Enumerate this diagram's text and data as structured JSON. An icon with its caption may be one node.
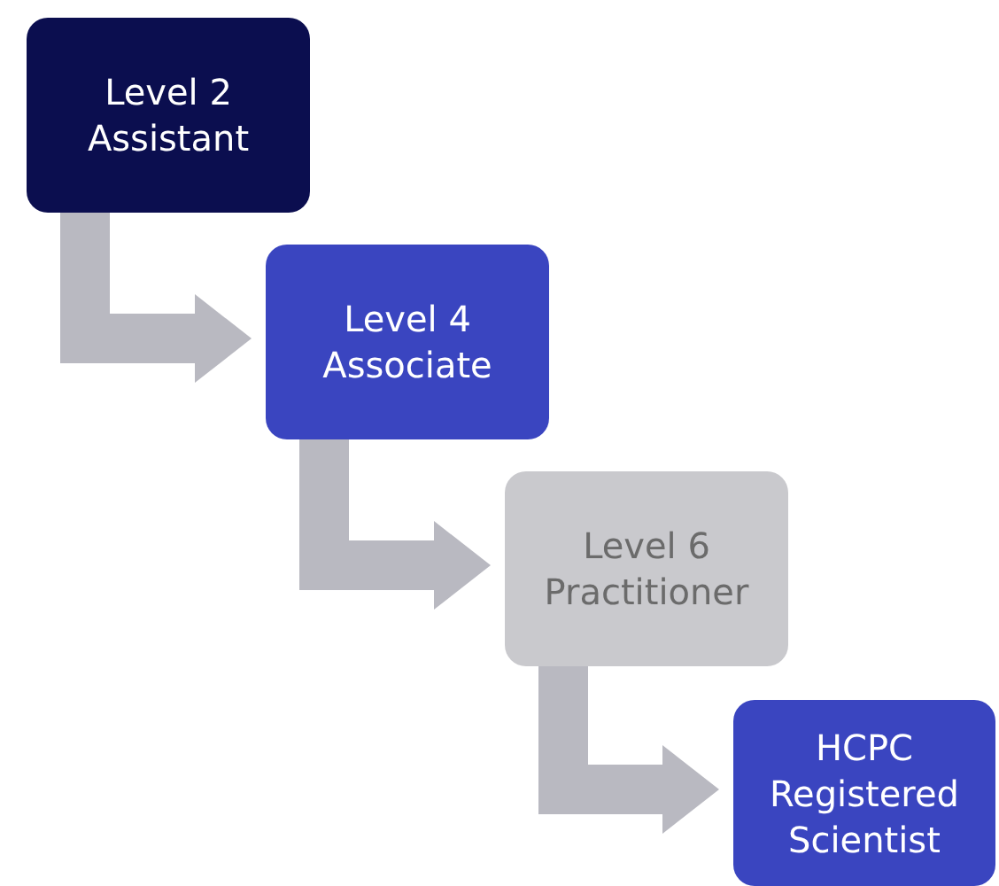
{
  "diagram": {
    "nodes": [
      {
        "text": [
          "Level 2 Assistant"
        ]
      },
      {
        "text": [
          "Level 4 Associate"
        ]
      },
      {
        "text": [
          "Level 6 Practitioner"
        ]
      },
      {
        "text": [
          "HCPC Registered Scientist"
        ]
      }
    ],
    "edges": [
      {
        "from": 0,
        "to": 1,
        "arrow": "to"
      },
      {
        "from": 1,
        "to": 2,
        "arrow": "to"
      },
      {
        "from": 2,
        "to": 3,
        "arrow": "to"
      }
    ]
  }
}
